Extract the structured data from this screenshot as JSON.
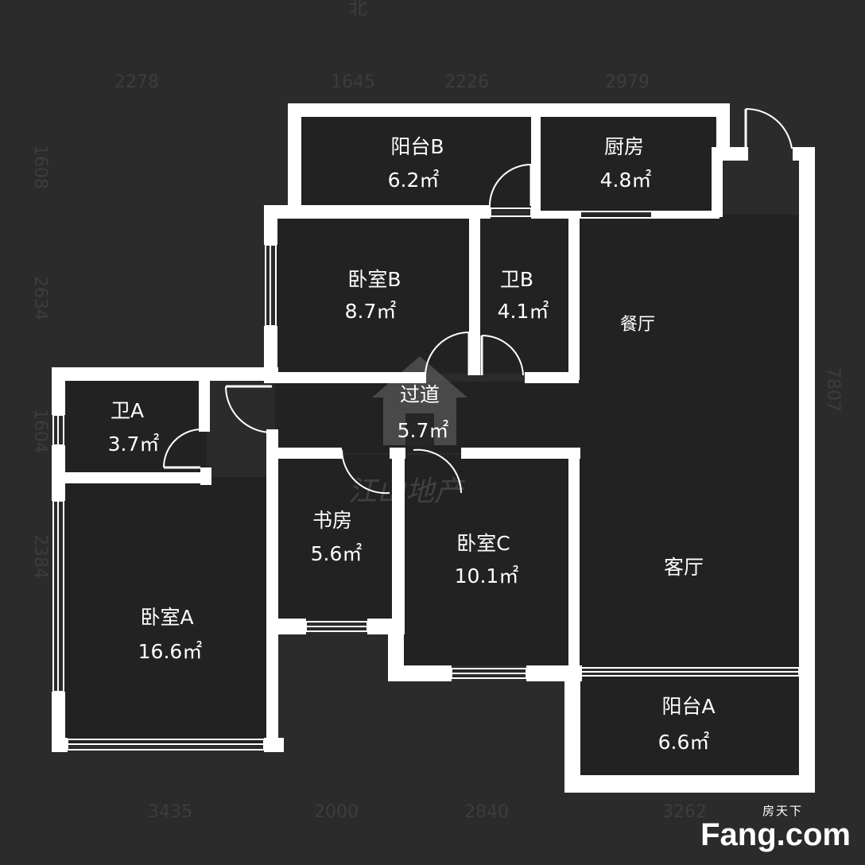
{
  "compass": {
    "north": "北"
  },
  "dimensions": {
    "top": [
      "2278",
      "1645",
      "2226",
      "2979"
    ],
    "bottom": [
      "3435",
      "2000",
      "2840",
      "3262"
    ],
    "left": [
      "1608",
      "2634",
      "1604",
      "2384"
    ],
    "right": [
      "7807"
    ]
  },
  "rooms": {
    "balcony_b": {
      "name": "阳台B",
      "area": "6.2㎡"
    },
    "kitchen": {
      "name": "厨房",
      "area": "4.8㎡"
    },
    "bedroom_b": {
      "name": "卧室B",
      "area": "8.7㎡"
    },
    "bath_b": {
      "name": "卫B",
      "area": "4.1㎡"
    },
    "dining": {
      "name": "餐厅"
    },
    "hallway": {
      "name": "过道",
      "area": "5.7㎡"
    },
    "bath_a": {
      "name": "卫A",
      "area": "3.7㎡"
    },
    "study": {
      "name": "书房",
      "area": "5.6㎡"
    },
    "bedroom_c": {
      "name": "卧室C",
      "area": "10.1㎡"
    },
    "living": {
      "name": "客厅"
    },
    "bedroom_a": {
      "name": "卧室A",
      "area": "16.6㎡"
    },
    "balcony_a": {
      "name": "阳台A",
      "area": "6.6㎡"
    }
  },
  "watermark": {
    "text": "江山地产"
  },
  "brand": {
    "top": "房天下",
    "main": "Fang.com"
  },
  "colors": {
    "background": "#2b2b2b",
    "wall": "#ffffff",
    "dim_text": "#3d3d3d"
  }
}
